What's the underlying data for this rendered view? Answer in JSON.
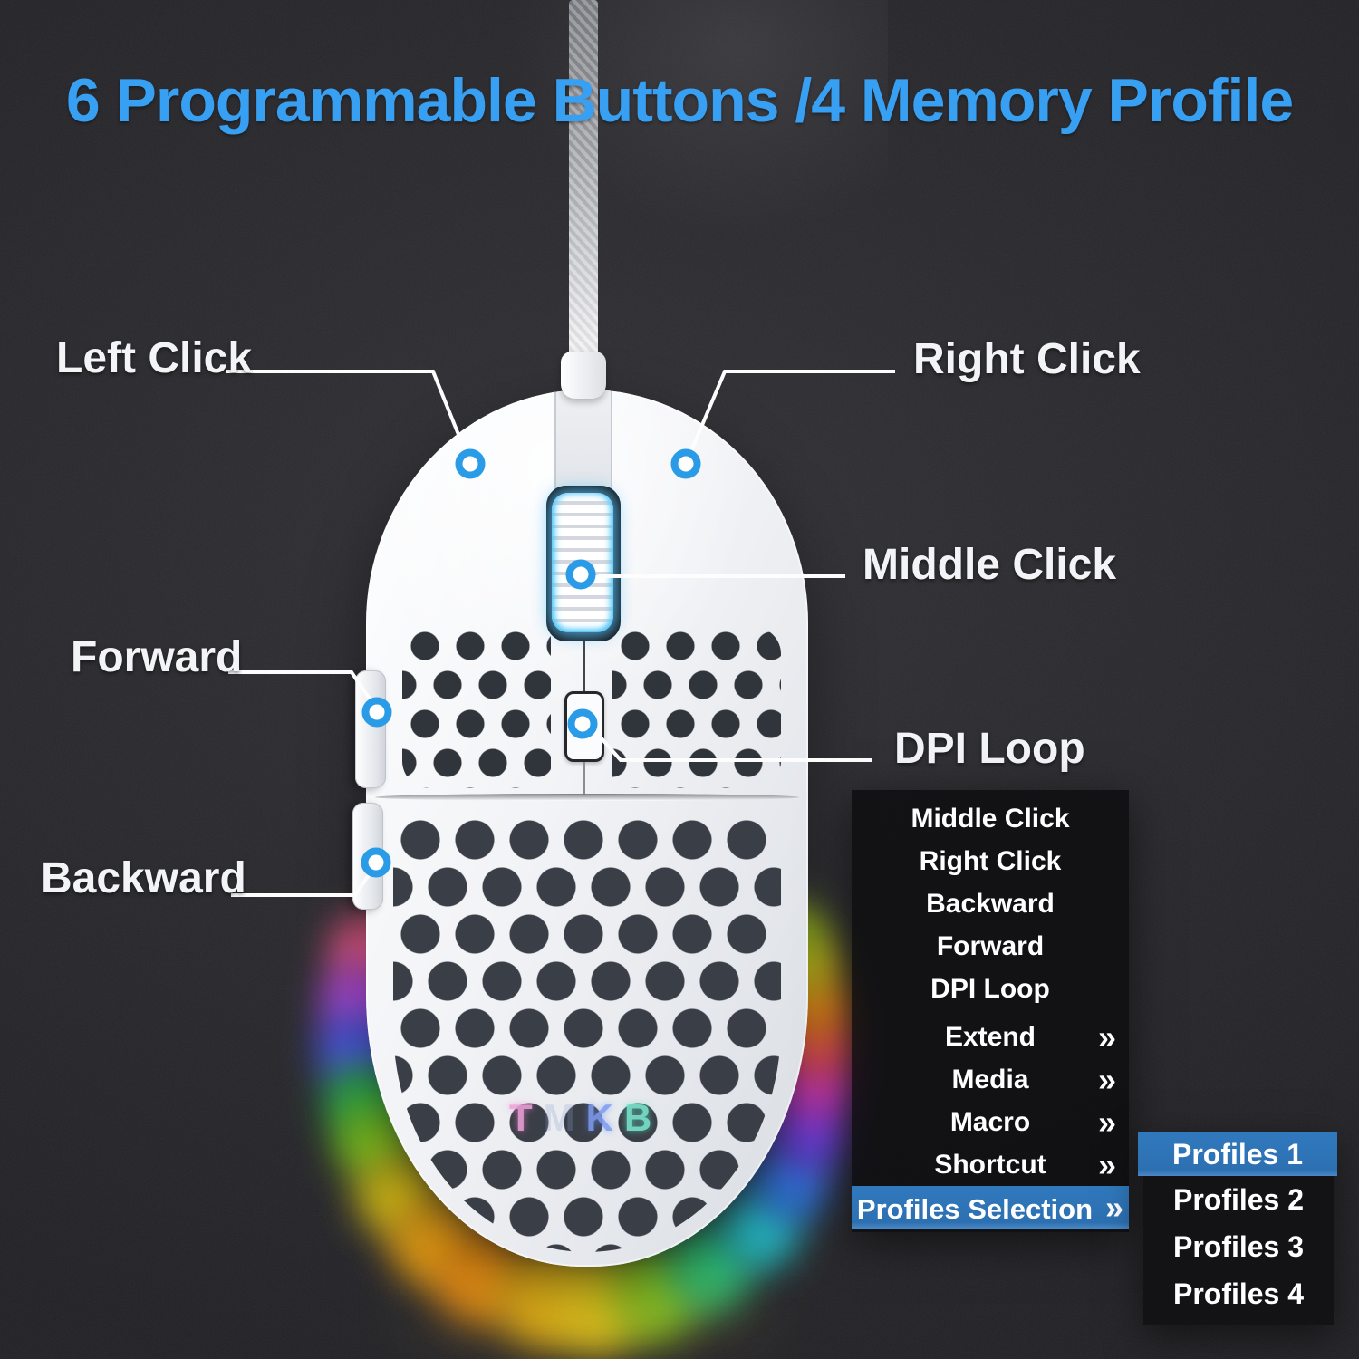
{
  "title": "6 Programmable Buttons /4 Memory Profile",
  "callouts": {
    "left_click": "Left Click",
    "right_click": "Right Click",
    "middle_click": "Middle Click",
    "dpi_loop": "DPI Loop",
    "forward": "Forward",
    "backward": "Backward"
  },
  "menu": {
    "chevron": "»",
    "items": [
      {
        "label": "Middle Click",
        "has_submenu": false,
        "selected": false
      },
      {
        "label": "Right Click",
        "has_submenu": false,
        "selected": false
      },
      {
        "label": "Backward",
        "has_submenu": false,
        "selected": false
      },
      {
        "label": "Forward",
        "has_submenu": false,
        "selected": false
      },
      {
        "label": "DPI Loop",
        "has_submenu": false,
        "selected": false
      },
      {
        "label": "Extend",
        "has_submenu": true,
        "selected": false
      },
      {
        "label": "Media",
        "has_submenu": true,
        "selected": false
      },
      {
        "label": "Macro",
        "has_submenu": true,
        "selected": false
      },
      {
        "label": "Shortcut",
        "has_submenu": true,
        "selected": false
      },
      {
        "label": "Profiles Selection",
        "has_submenu": true,
        "selected": true
      }
    ]
  },
  "profiles": {
    "items": [
      {
        "label": "Profiles 1",
        "selected": true
      },
      {
        "label": "Profiles 2",
        "selected": false
      },
      {
        "label": "Profiles 3",
        "selected": false
      },
      {
        "label": "Profiles 4",
        "selected": false
      }
    ]
  },
  "mouse": {
    "logo_letters": [
      "T",
      "M",
      "K",
      "B"
    ]
  },
  "colors": {
    "title_blue": "#38a0f2",
    "selection_blue": "#2e73b8",
    "marker_ring_blue": "#2a9be6"
  }
}
